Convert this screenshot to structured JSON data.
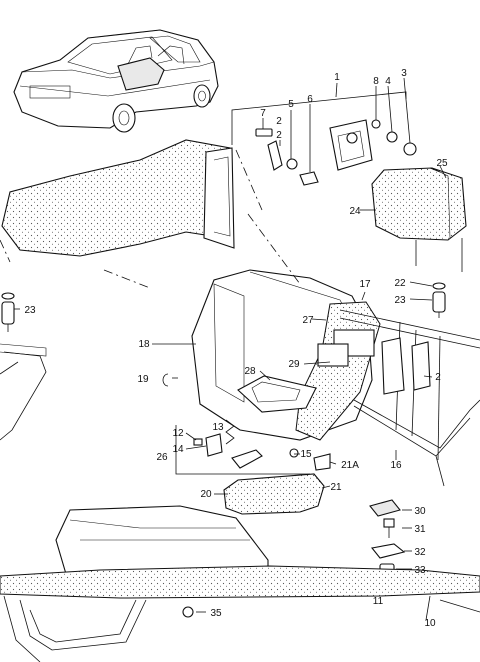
{
  "callouts": [
    "1",
    "2",
    "3",
    "4",
    "5",
    "6",
    "7",
    "8",
    "2",
    "25",
    "24",
    "22",
    "23",
    "23",
    "17",
    "27",
    "18",
    "29",
    "28",
    "2",
    "19",
    "12",
    "13",
    "14",
    "26",
    "15",
    "21A",
    "16",
    "20",
    "21",
    "30",
    "31",
    "32",
    "33",
    "35",
    "11",
    "10"
  ],
  "colors": {
    "line": "#111111",
    "fill": "#ffffff",
    "stipple": "#555555"
  }
}
